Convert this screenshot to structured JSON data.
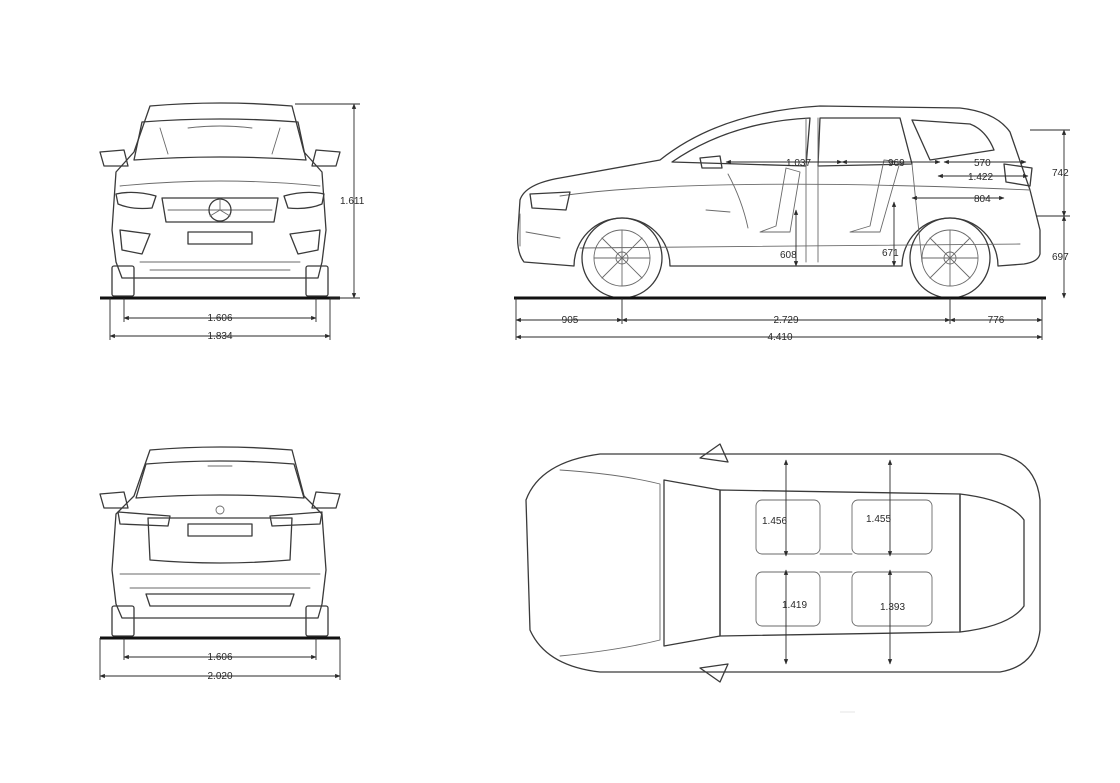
{
  "front_view": {
    "height": "1.611",
    "track": "1.606",
    "width": "1.834"
  },
  "side_view": {
    "front_overhang": "905",
    "wheelbase": "2.729",
    "rear_overhang": "776",
    "length": "4.410",
    "front_legroom": "1.037",
    "rear_legroom": "969",
    "trunk_depth_top": "570",
    "trunk_depth": "1.422",
    "trunk_depth_floor": "804",
    "front_seat_height": "608",
    "rear_seat_height": "671",
    "trunk_opening_height": "742",
    "loading_sill_height": "697"
  },
  "rear_view": {
    "track": "1.606",
    "width_mirrors": "2.020"
  },
  "top_view": {
    "front_shoulder_width": "1.456",
    "rear_shoulder_width": "1.455",
    "front_elbow_width": "1.419",
    "rear_elbow_width": "1.393"
  },
  "watermark": "—"
}
